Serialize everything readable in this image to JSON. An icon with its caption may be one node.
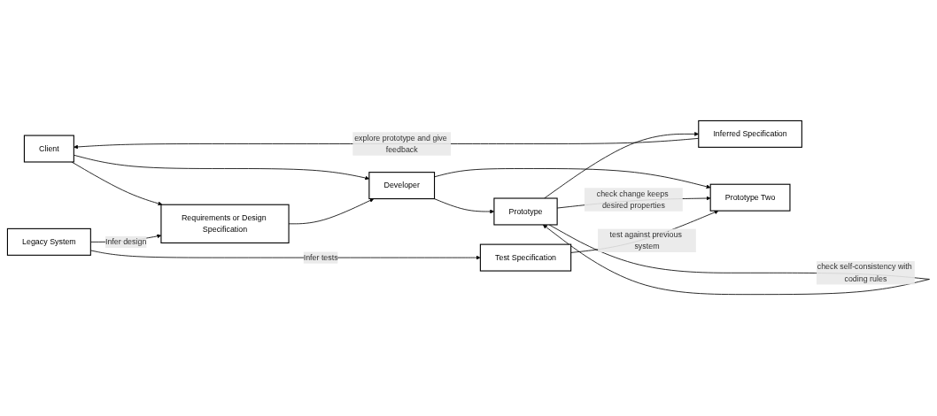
{
  "diagram": {
    "nodes": [
      {
        "text": [
          "Client"
        ]
      },
      {
        "text": [
          "Requirements or Design Specification"
        ]
      },
      {
        "text": [
          "Inferred Specification"
        ]
      },
      {
        "text": [
          "Developer"
        ]
      },
      {
        "text": [
          "Prototype"
        ]
      },
      {
        "text": [
          "Legacy System"
        ]
      },
      {
        "text": [
          "Prototype Two"
        ]
      },
      {
        "text": [
          "Test Specification"
        ]
      }
    ],
    "edges": [
      {
        "from": 0,
        "to": 1,
        "arrow": "to"
      },
      {
        "from": 0,
        "to": 3,
        "arrow": "to"
      },
      {
        "from": 2,
        "to": 0,
        "arrow": "to",
        "label": "explore prototype and give feedback"
      },
      {
        "from": 1,
        "to": 3,
        "arrow": "to"
      },
      {
        "from": 5,
        "to": 1,
        "arrow": "to",
        "label": "Infer design"
      },
      {
        "from": 3,
        "to": 4,
        "arrow": "to"
      },
      {
        "from": 3,
        "to": 6,
        "arrow": "to"
      },
      {
        "from": 4,
        "to": 2,
        "arrow": "to"
      },
      {
        "from": 4,
        "to": 4,
        "arrow": "to",
        "label": "check self-consistency with coding rules"
      },
      {
        "from": 4,
        "to": 6,
        "arrow": "to",
        "label": "check change keeps desired properties"
      },
      {
        "from": 5,
        "to": 7,
        "arrow": "to",
        "label": "Infer tests"
      },
      {
        "from": 7,
        "to": 6,
        "arrow": "to",
        "label": "test against previous system"
      }
    ]
  }
}
